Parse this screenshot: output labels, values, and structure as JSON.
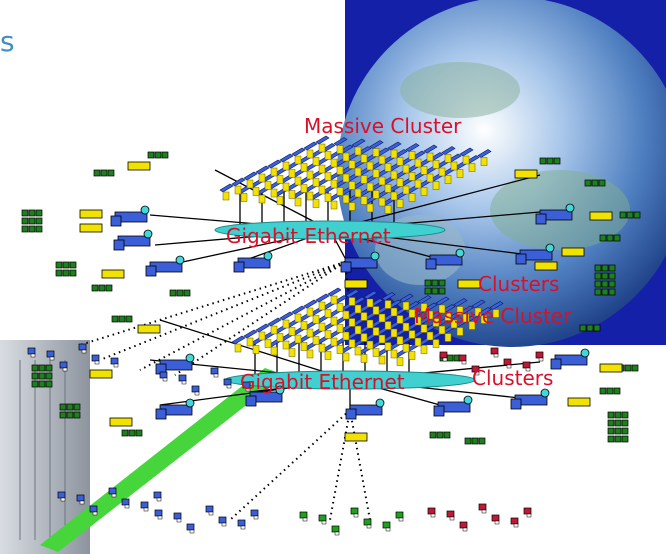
{
  "title_fragment": "s",
  "labels": {
    "top_cluster": "Massive Cluster",
    "top_ethernet": "Gigabit Ethernet",
    "top_clusters": "Clusters",
    "bottom_cluster": "Massive Cluster",
    "bottom_ethernet": "Gigabit Ethernet",
    "bottom_clusters": "Clusters"
  },
  "colors": {
    "label": "#d8102a",
    "title": "#3d8fc4",
    "ethernet_ring": "#40d0d0",
    "node_blue": "#3a5fd8",
    "node_yellow": "#f2e200",
    "green_link": "#46d63c",
    "globe_background": "#1420a8"
  }
}
